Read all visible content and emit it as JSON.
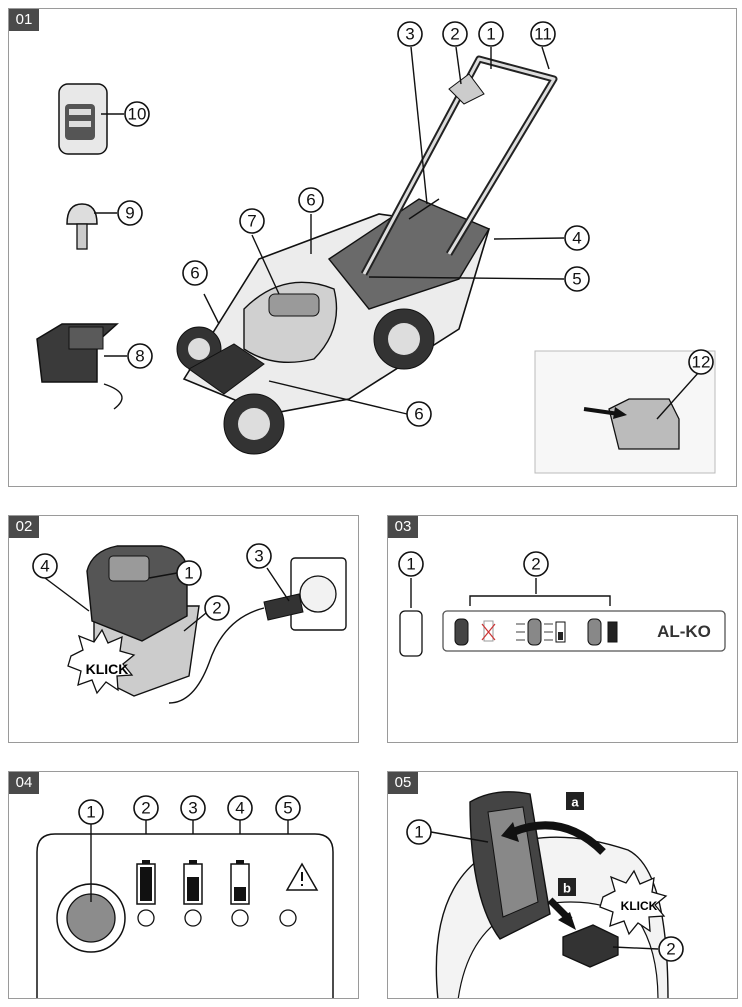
{
  "panels": {
    "p01": {
      "tag": "01",
      "callouts": [
        "1",
        "2",
        "3",
        "4",
        "5",
        "6",
        "6",
        "6",
        "7",
        "8",
        "9",
        "10",
        "11",
        "12"
      ]
    },
    "p02": {
      "tag": "02",
      "callouts": [
        "1",
        "2",
        "3",
        "4"
      ],
      "klick": "KLICK"
    },
    "p03": {
      "tag": "03",
      "callouts": [
        "1",
        "2"
      ],
      "brand": "AL-KO"
    },
    "p04": {
      "tag": "04",
      "callouts": [
        "1",
        "2",
        "3",
        "4",
        "5"
      ]
    },
    "p05": {
      "tag": "05",
      "callouts": [
        "1",
        "2"
      ],
      "labels": [
        "a",
        "b"
      ],
      "klick": "KLICK"
    }
  },
  "colors": {
    "tag_bg": "#4a4a4a",
    "stroke": "#111111",
    "light_gray": "#d8d8d8",
    "mid_gray": "#8c8c8c",
    "dark_gray": "#3a3a3a"
  }
}
